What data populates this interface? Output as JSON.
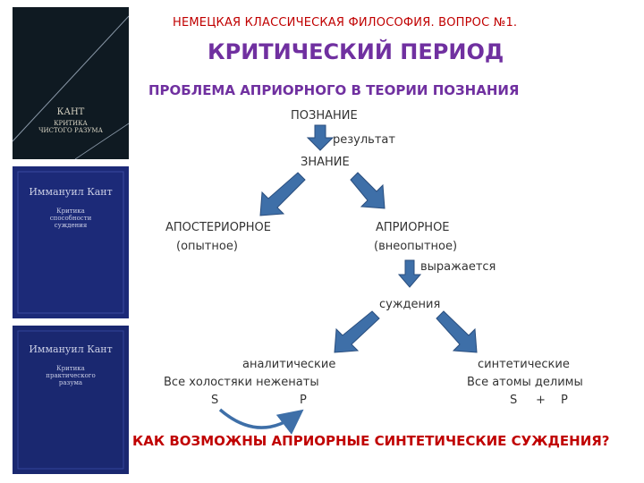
{
  "header": {
    "subtitle": "НЕМЕЦКАЯ КЛАССИЧЕСКАЯ ФИЛОСОФИЯ. ВОПРОС №1.",
    "title": "КРИТИЧЕСКИЙ ПЕРИОД",
    "problem": "ПРОБЛЕМА АПРИОРНОГО В ТЕОРИИ ПОЗНАНИЯ"
  },
  "books": [
    {
      "author": "КАНТ",
      "title_line1": "КРИТИКА",
      "title_line2": "ЧИСТОГО РАЗУМА"
    },
    {
      "author": "Иммануил Кант",
      "title_line1": "Критика",
      "title_line2": "способности",
      "title_line3": "суждения"
    },
    {
      "author": "Иммануил Кант",
      "title_line1": "Критика",
      "title_line2": "практического",
      "title_line3": "разума"
    }
  ],
  "diagram": {
    "cognition": "ПОЗНАНИЕ",
    "result": "результат",
    "knowledge": "ЗНАНИЕ",
    "aposteriori": "АПОСТЕРИОРНОЕ",
    "aposteriori_note": "(опытное)",
    "apriori": "АПРИОРНОЕ",
    "apriori_note": "(внеопытное)",
    "expressed": "выражается",
    "judgments": "суждения",
    "analytic": "аналитические",
    "analytic_example": "Все холостяки неженаты",
    "analytic_s": "S",
    "analytic_p": "P",
    "synthetic": "синтетические",
    "synthetic_example": "Все атомы делимы",
    "synthetic_s": "S",
    "synthetic_plus": "+",
    "synthetic_p": "P"
  },
  "question": "КАК ВОЗМОЖНЫ АПРИОРНЫЕ СИНТЕТИЧЕСКИЕ СУЖДЕНИЯ?",
  "colors": {
    "arrow": "#3e6fa8",
    "arrow_stroke": "#2a4e7e",
    "accent_red": "#c00000",
    "accent_purple": "#7030a0"
  }
}
